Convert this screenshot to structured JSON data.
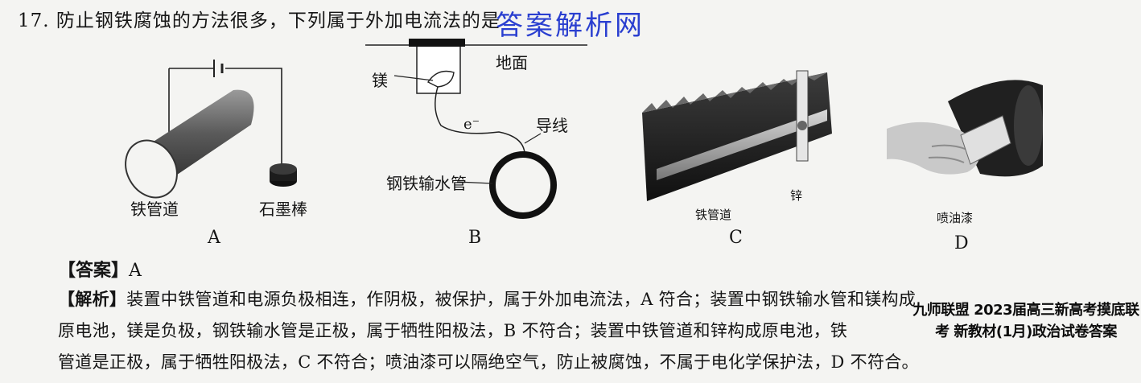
{
  "question": {
    "title": "17. 防止钢铁腐蚀的方法很多，下列属于外加电流法的是"
  },
  "watermark": "答案解析网",
  "figures": {
    "A": {
      "option": "A",
      "label_pipe": "铁管道",
      "label_rod": "石墨棒"
    },
    "B": {
      "option": "B",
      "label_ground": "地面",
      "label_mg": "镁",
      "label_e": "e⁻",
      "label_wire": "导线",
      "label_pipe": "钢铁输水管"
    },
    "C": {
      "option": "C",
      "label_pipe": "铁管道",
      "label_zn": "锌"
    },
    "D": {
      "option": "D",
      "label_spray": "喷油漆"
    }
  },
  "answer": {
    "tag": "【答案】",
    "value": "A"
  },
  "analysis": {
    "tag": "【解析】",
    "line1": "装置中铁管道和电源负极相连，作阴极，被保护，属于外加电流法，A 符合；装置中钢铁输水管和镁构成",
    "line2": "原电池，镁是负极，钢铁输水管是正极，属于牺牲阳极法，B 不符合；装置中铁管道和锌构成原电池，铁",
    "line3": "管道是正极，属于牺牲阳极法，C 不符合；喷油漆可以隔绝空气，防止被腐蚀，不属于电化学保护法，D 不符合。"
  },
  "stamp": "九师联盟 2023届高三新高考摸底联考 新教材(1月)政治试卷答案"
}
